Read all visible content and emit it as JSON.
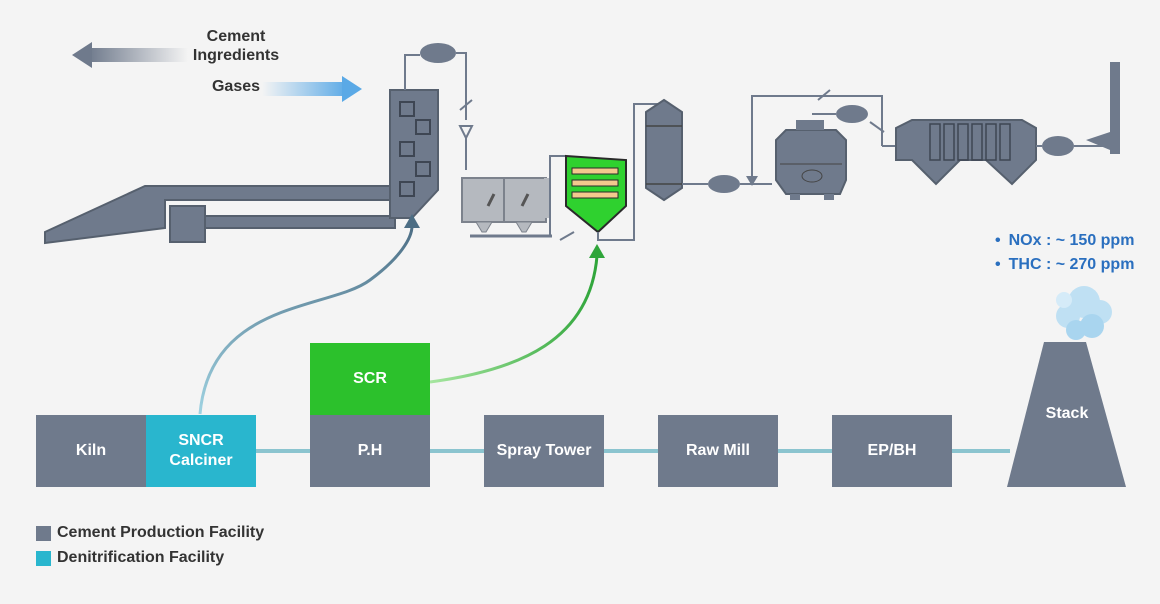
{
  "flow_legend": {
    "cement_ingredients": "Cement\nIngredients",
    "gases": "Gases"
  },
  "process_boxes": {
    "kiln": "Kiln",
    "sncr": "SNCR\nCalciner",
    "scr": "SCR",
    "ph": "P.H",
    "spray_tower": "Spray Tower",
    "raw_mill": "Raw Mill",
    "ep_bh": "EP/BH",
    "stack": "Stack"
  },
  "emissions": {
    "nox": "NOx : ~ 150 ppm",
    "thc": "THC : ~ 270 ppm"
  },
  "legend": {
    "cement_production": "Cement Production Facility",
    "denitrification": "Denitrification Facility"
  },
  "colors": {
    "cement_production": "#6f7a8c",
    "denitrification": "#29b6ce",
    "scr": "#2cc12c"
  }
}
